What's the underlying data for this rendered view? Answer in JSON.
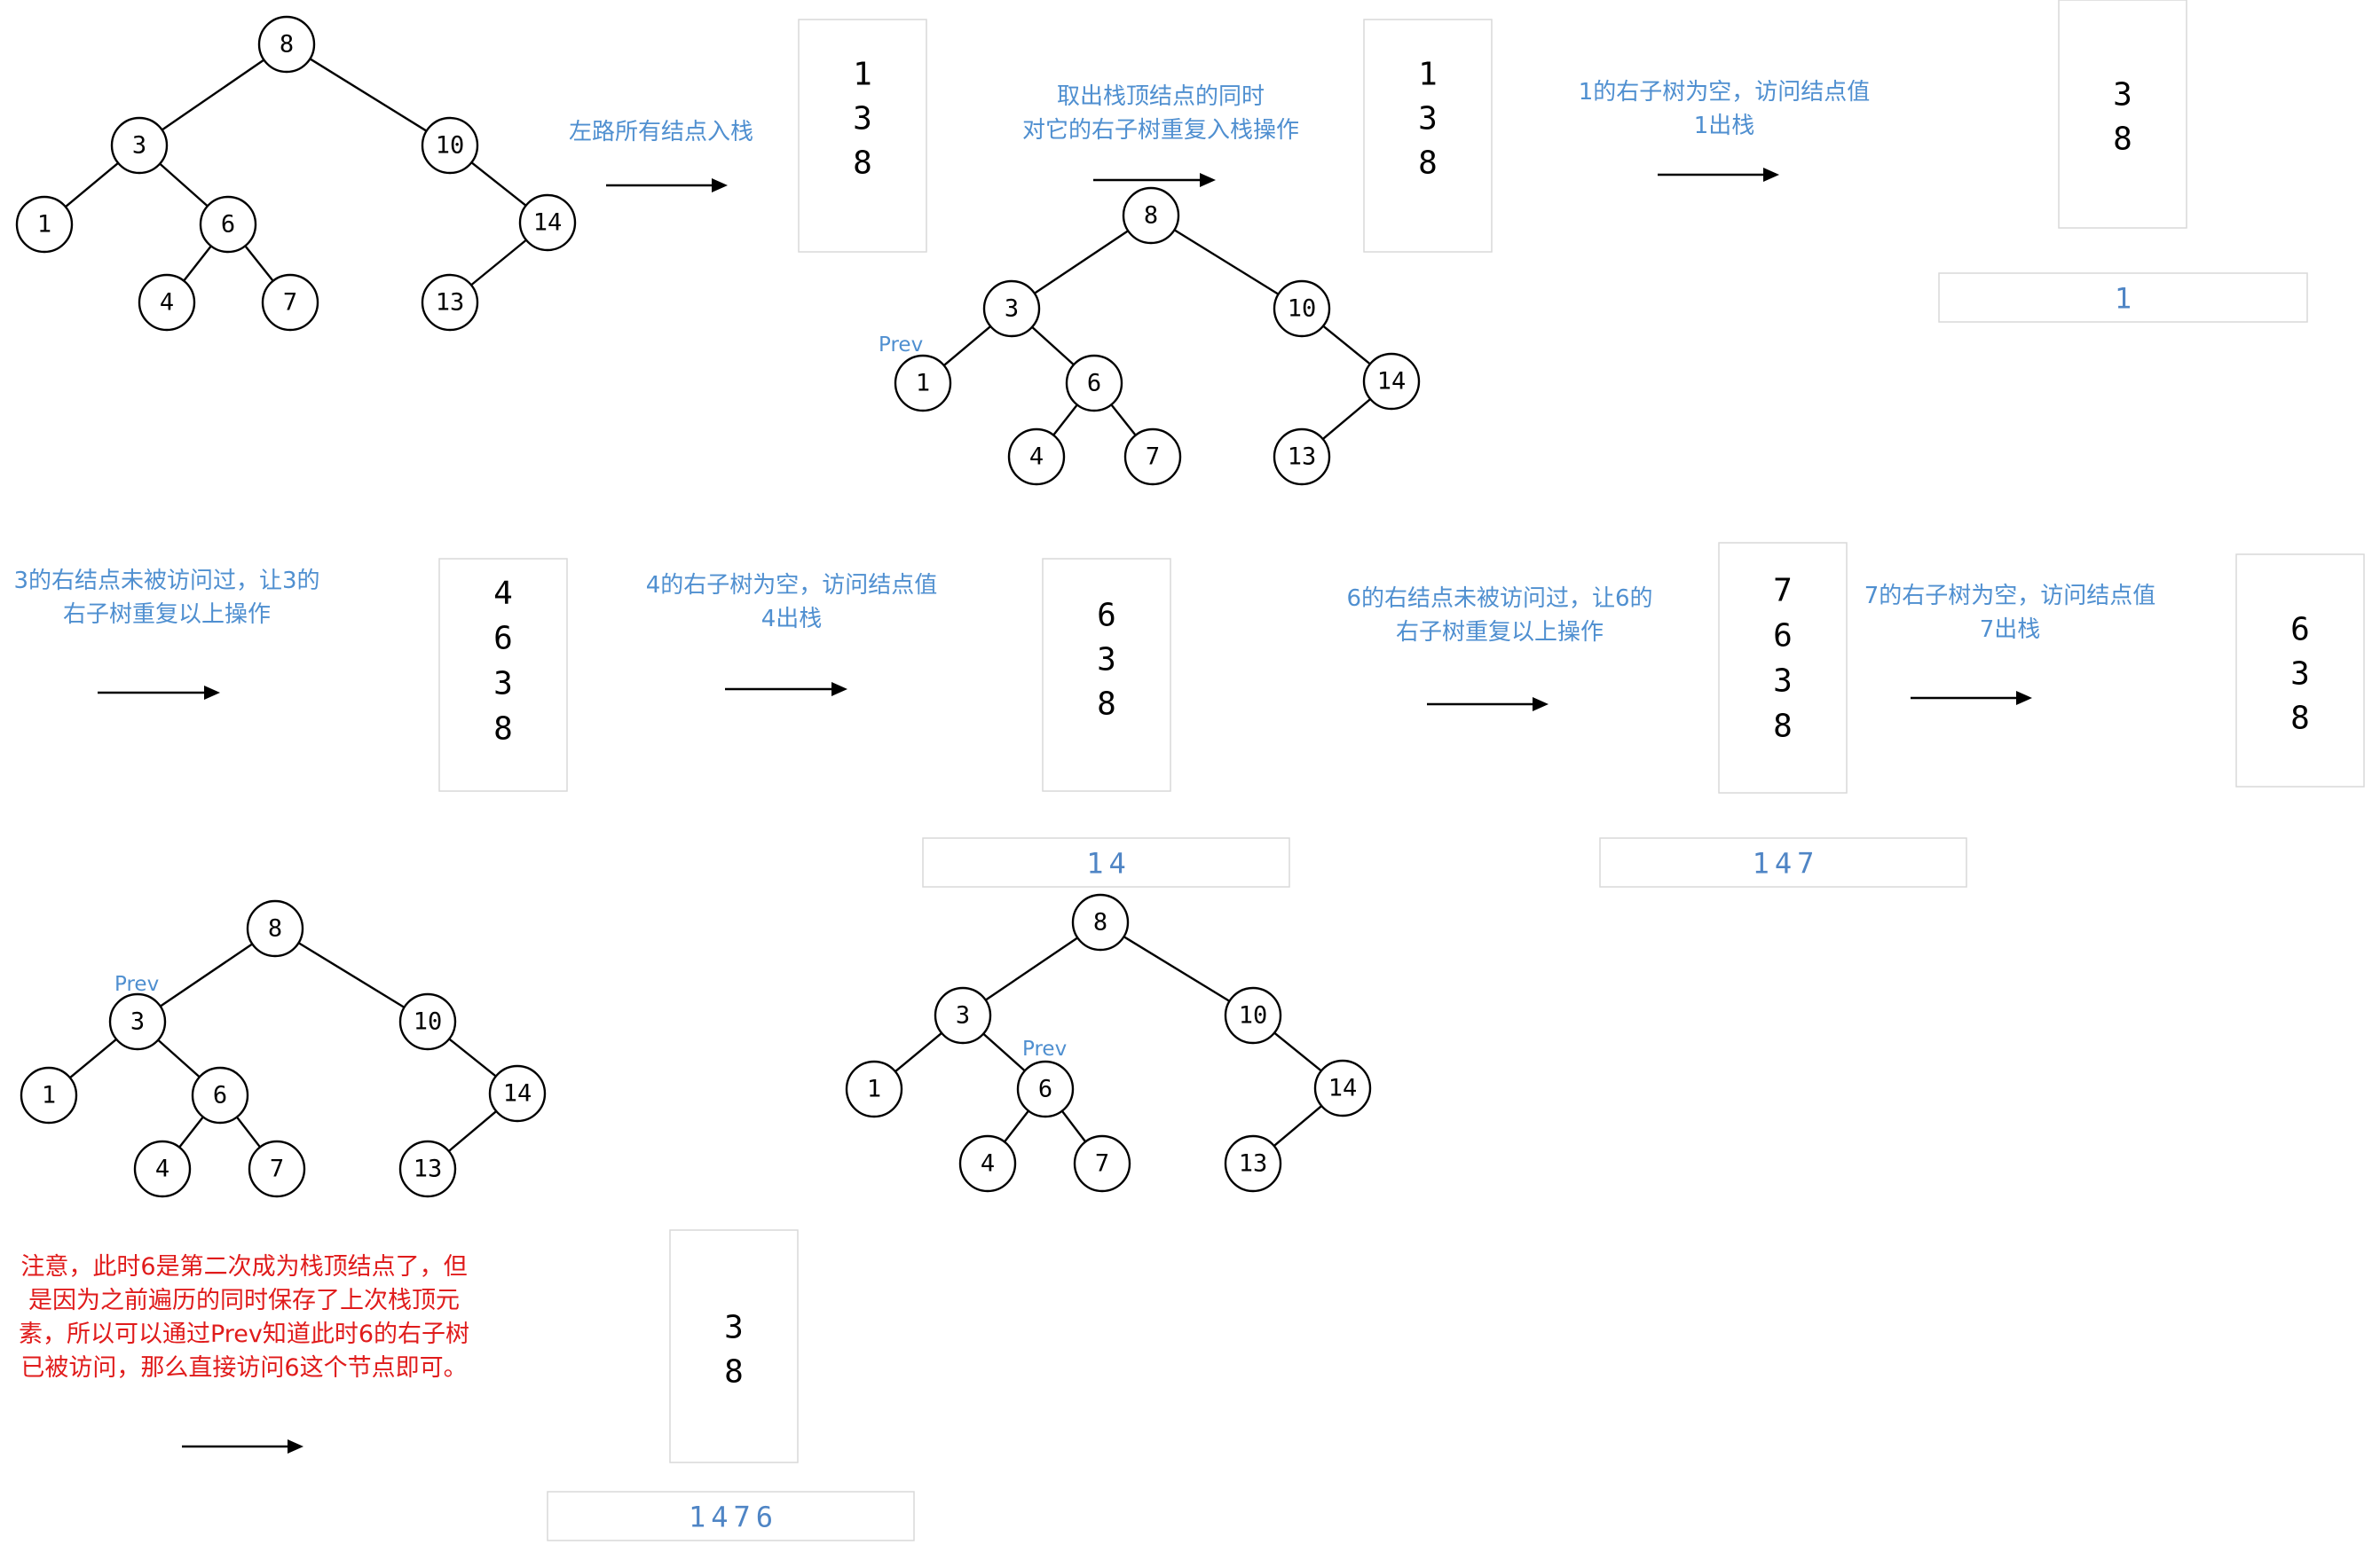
{
  "colors": {
    "caption": "#4f8fd0",
    "note": "#e01b1b",
    "output": "#4f85c5",
    "box": "#d9d9d9"
  },
  "tree": {
    "nodes": [
      {
        "id": "n8",
        "label": "8"
      },
      {
        "id": "n3",
        "label": "3"
      },
      {
        "id": "n10",
        "label": "10"
      },
      {
        "id": "n1",
        "label": "1"
      },
      {
        "id": "n6",
        "label": "6"
      },
      {
        "id": "n14",
        "label": "14"
      },
      {
        "id": "n4",
        "label": "4"
      },
      {
        "id": "n7",
        "label": "7"
      },
      {
        "id": "n13",
        "label": "13"
      }
    ],
    "edges": [
      [
        "n8",
        "n3"
      ],
      [
        "n8",
        "n10"
      ],
      [
        "n3",
        "n1"
      ],
      [
        "n3",
        "n6"
      ],
      [
        "n6",
        "n4"
      ],
      [
        "n6",
        "n7"
      ],
      [
        "n10",
        "n14"
      ],
      [
        "n14",
        "n13"
      ]
    ]
  },
  "prev_label": "Prev",
  "captions": [
    {
      "lines": [
        "左路所有结点入栈"
      ]
    },
    {
      "lines": [
        "取出栈顶结点的同时",
        "对它的右子树重复入栈操作"
      ]
    },
    {
      "lines": [
        "1的右子树为空，访问结点值",
        "1出栈"
      ]
    },
    {
      "lines": [
        "3的右结点未被访问过，让3的",
        "右子树重复以上操作"
      ]
    },
    {
      "lines": [
        "4的右子树为空，访问结点值",
        "4出栈"
      ]
    },
    {
      "lines": [
        "6的右结点未被访问过，让6的",
        "右子树重复以上操作"
      ]
    },
    {
      "lines": [
        "7的右子树为空，访问结点值",
        "7出栈"
      ]
    }
  ],
  "note": {
    "lines": [
      "注意，此时6是第二次成为栈顶结点了，但",
      "是因为之前遍历的同时保存了上次栈顶元",
      "素，所以可以通过Prev知道此时6的右子树",
      "已被访问，那么直接访问6这个节点即可。"
    ]
  },
  "stacks": [
    {
      "items": [
        "1",
        "3",
        "8"
      ]
    },
    {
      "items": [
        "1",
        "3",
        "8"
      ]
    },
    {
      "items": [
        "3",
        "8"
      ]
    },
    {
      "items": [
        "4",
        "6",
        "3",
        "8"
      ]
    },
    {
      "items": [
        "6",
        "3",
        "8"
      ]
    },
    {
      "items": [
        "7",
        "6",
        "3",
        "8"
      ]
    },
    {
      "items": [
        "6",
        "3",
        "8"
      ]
    },
    {
      "items": [
        "3",
        "8"
      ]
    }
  ],
  "outputs": [
    {
      "text": "1"
    },
    {
      "text": "14"
    },
    {
      "text": "147"
    },
    {
      "text": "1476"
    }
  ]
}
